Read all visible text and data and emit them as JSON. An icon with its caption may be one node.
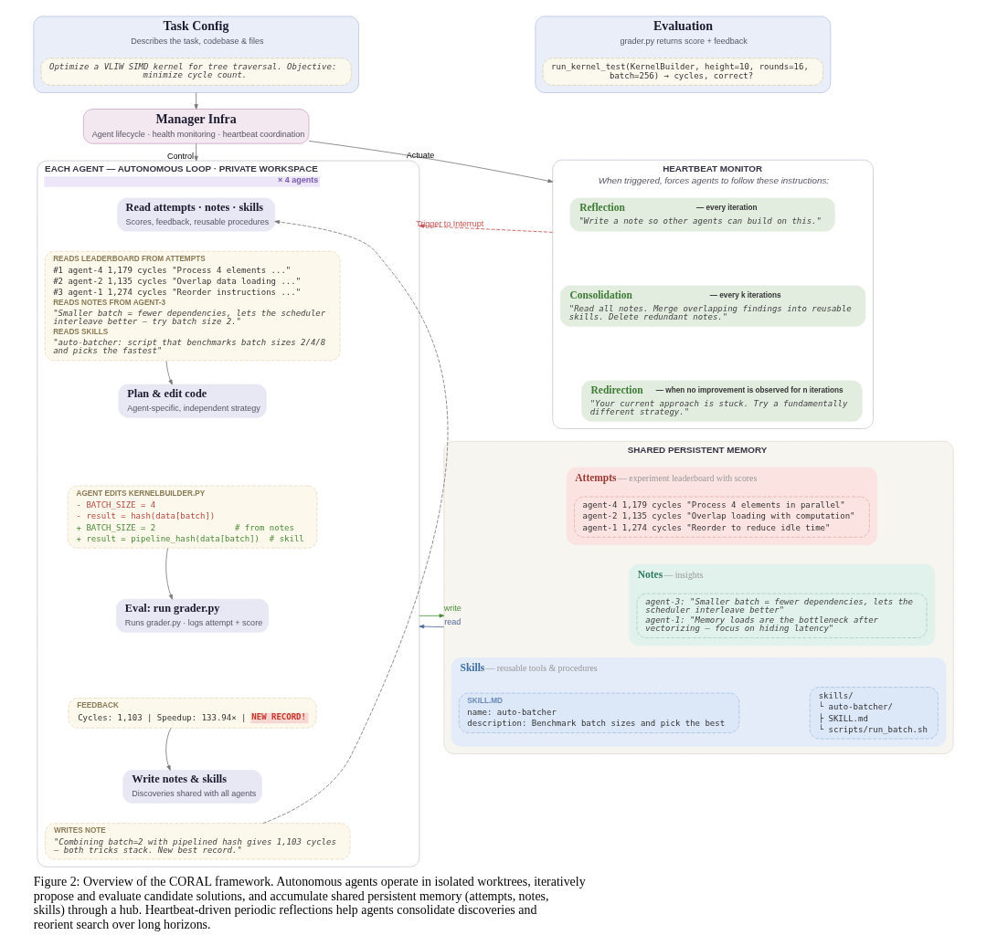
{
  "diagram": {
    "caption": "Figure 2: Overview of the CORAL framework. Autonomous agents operate in isolated worktrees, iteratively propose and evaluate candidate solutions, and accumulate shared persistent memory (attempts, notes, skills) through a hub. Heartbeat-driven periodic reflections help agents consolidate discoveries and reorient search over long horizons.",
    "nodes": [
      {
        "text": [
          "Task Config",
          "Describes the task, codebase & files"
        ]
      },
      {
        "text": [
          "Optimize a VLIW SIMD kernel for tree traversal. Objective: minimize cycle count."
        ],
        "in": 0
      },
      {
        "text": [
          "Evaluation",
          "grader.py returns score + feedback"
        ]
      },
      {
        "text": [
          "run_kernel_test(KernelBuilder, height=10, rounds=16, batch=256) → cycles, correct?"
        ],
        "in": 2
      },
      {
        "text": [
          "Manager Infra",
          "Agent lifecycle · health monitoring · heartbeat coordination"
        ]
      },
      {
        "text": [
          "EACH AGENT — AUTONOMOUS LOOP · PRIVATE WORKSPACE"
        ],
        "beside": [
          "× 4 agents"
        ]
      },
      {
        "text": [
          "Read attempts · notes · skills",
          "Scores, feedback, reusable procedures"
        ],
        "in": 5
      },
      {
        "text": [
          "READS LEADERBOARD FROM ATTEMPTS",
          "#1 agent-4 1,179 cycles \"Process 4 elements ...\"",
          "#2 agent-2 1,135 cycles \"Overlap data loading ...\"",
          "#3 agent-1 1,274 cycles \"Reorder instructions ...\"",
          "READS NOTES FROM AGENT-3",
          "\"Smaller batch = fewer dependencies, lets the scheduler interleave better — try batch size 2.\"",
          "READS SKILLS",
          "\"auto-batcher: script that benchmarks batch sizes 2/4/8 and picks the fastest\""
        ],
        "in": 5
      },
      {
        "text": [
          "Plan & edit code",
          "Agent-specific, independent strategy"
        ],
        "in": 5
      },
      {
        "text": [
          "AGENT EDITS KERNELBUILDER.PY",
          "- BATCH_SIZE = 4",
          "- result = hash(data[batch])",
          "+ BATCH_SIZE = 2                # from notes",
          "+ result = pipeline_hash(data[batch])  # skill"
        ],
        "in": 5
      },
      {
        "text": [
          "Eval: run grader.py",
          "Runs grader.py · logs attempt + score"
        ],
        "in": 5
      },
      {
        "text": [
          "FEEDBACK",
          "Cycles: 1,103 | Speedup: 133.94× |",
          "NEW RECORD!"
        ],
        "in": 5
      },
      {
        "text": [
          "Write notes & skills",
          "Discoveries shared with all agents"
        ],
        "in": 5
      },
      {
        "text": [
          "WRITES NOTE",
          "\"Combining batch=2 with pipelined hash gives 1,103 cycles — both tricks stack. New best record.\""
        ],
        "in": 5
      },
      {
        "text": [
          "HEARTBEAT MONITOR",
          "When triggered, forces agents to follow these instructions:"
        ]
      },
      {
        "text": [
          "Reflection",
          "— every iteration",
          "\"Write a note so other agents can build on this.\""
        ],
        "in": 14
      },
      {
        "text": [
          "Consolidation",
          "— every k iterations",
          "\"Read all notes. Merge overlapping findings into reusable skills. Delete redundant notes.\""
        ],
        "in": 14
      },
      {
        "text": [
          "Redirection",
          "— when no improvement is observed for n iterations",
          "\"Your current approach is stuck. Try a fundamentally different strategy.\""
        ],
        "in": 14
      },
      {
        "text": [
          "SHARED PERSISTENT MEMORY"
        ]
      },
      {
        "text": [
          "Attempts",
          "— experiment leaderboard with scores"
        ],
        "in": 18
      },
      {
        "text": [
          "agent-4 1,179 cycles \"Process 4 elements in parallel\"",
          "agent-2 1,135 cycles \"Overlap loading with computation\"",
          "agent-1 1,274 cycles \"Reorder to reduce idle time\""
        ],
        "in": 19
      },
      {
        "text": [
          "Notes",
          "— insights"
        ],
        "in": 18
      },
      {
        "text": [
          "agent-3: \"Smaller batch = fewer dependencies, lets the scheduler interleave better\"",
          "agent-1: \"Memory loads are the bottleneck after vectorizing — focus on hiding latency\""
        ],
        "in": 21
      },
      {
        "text": [
          "Skills",
          "— reusable tools & procedures"
        ],
        "in": 18
      },
      {
        "text": [
          "skills/",
          "└ auto-batcher/",
          "├ SKILL.md",
          "└ scripts/run_batch.sh"
        ],
        "in": 23
      },
      {
        "text": [
          "SKILL.MD",
          "name: auto-batcher",
          "description: Benchmark batch sizes and pick the best"
        ],
        "in": 23
      }
    ],
    "edges": [
      {
        "from": 0,
        "to": 4,
        "arrow": "to"
      },
      {
        "from": 4,
        "to": 5,
        "label": "Control",
        "arrow": "to"
      },
      {
        "from": 4,
        "to": 14,
        "label": "Actuate",
        "arrow": "to"
      },
      {
        "from": 14,
        "to": 5,
        "label": "Trigger to Interrupt",
        "arrow": "to",
        "style": "dashed",
        "color": "#c0504d"
      },
      {
        "from": 18,
        "to": 5,
        "label": "read",
        "arrow": "to",
        "color": "#4f6896"
      },
      {
        "from": 5,
        "to": 18,
        "label": "write",
        "arrow": "to",
        "color": "#4a8a3a"
      },
      {
        "from": 7,
        "to": 8,
        "arrow": "to"
      },
      {
        "from": 9,
        "to": 10,
        "arrow": "to"
      },
      {
        "from": 11,
        "to": 12,
        "arrow": "to"
      },
      {
        "from": 13,
        "to": 6,
        "arrow": "to",
        "style": "dashed"
      }
    ]
  }
}
